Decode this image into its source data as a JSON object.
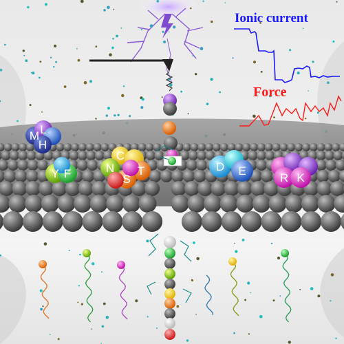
{
  "labels": {
    "ionic_current": "Ionic current",
    "force": "Force"
  },
  "groups": [
    {
      "letters": [
        "M",
        "L",
        "H"
      ]
    },
    {
      "letters": [
        "Y",
        "F"
      ]
    },
    {
      "letters": [
        "N",
        "C",
        "T",
        "S"
      ]
    },
    {
      "letters": [
        "D",
        "E"
      ]
    },
    {
      "letters": [
        "R",
        "K"
      ]
    }
  ],
  "colors": {
    "ionic_current": "#1a1aff",
    "force": "#ff1a1a",
    "membrane": "#555555",
    "lightning": "#8a5cd6"
  }
}
